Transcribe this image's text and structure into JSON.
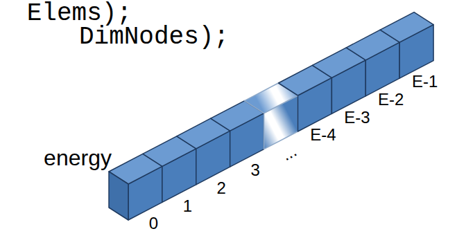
{
  "diagram": {
    "labels": [
      "Elems);",
      "DimNodes);",
      "energy",
      "0",
      "1",
      "2",
      "3",
      "...",
      "E-4",
      "E-3",
      "E-2",
      "E-1"
    ]
  }
}
